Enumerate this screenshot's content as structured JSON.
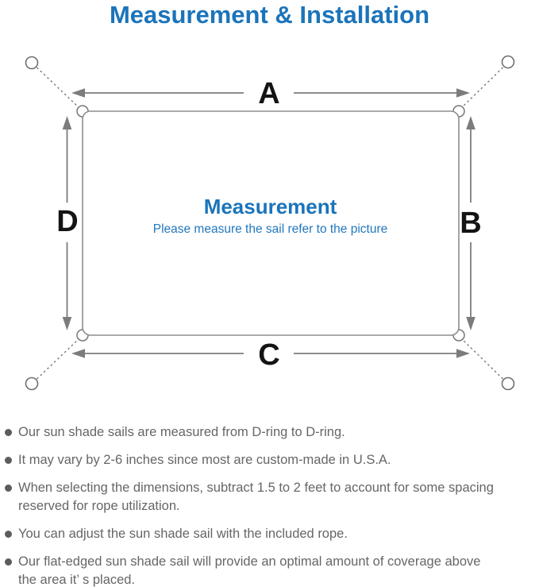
{
  "title": {
    "text": "Measurement & Installation",
    "color": "#1b74ba"
  },
  "diagram": {
    "labels": {
      "top": "A",
      "right": "B",
      "bottom": "C",
      "left": "D"
    },
    "center": {
      "heading": "Measurement",
      "subheading": "Please measure the sail refer to the picture"
    },
    "icons": [
      "anchor-ring-icon",
      "d-ring-corner-icon"
    ],
    "colors": {
      "dimension_line": "#7c7c7c",
      "sail_outline": "#8d8d8d",
      "rope_dashed": "#767676",
      "label_text": "#141414",
      "accent_blue": "#1b74ba"
    }
  },
  "notes": {
    "bullet_color": "#5c5c5c",
    "text_color": "#666666",
    "items": [
      {
        "text": "Our sun shade sails are measured from D-ring to D-ring."
      },
      {
        "text": "It may vary by 2-6 inches since most are custom-made in U.S.A."
      },
      {
        "text": "When selecting the dimensions, subtract 1.5 to 2 feet to account for some spacing\nreserved for rope utilization."
      },
      {
        "text": "You can adjust the sun shade sail with the included rope."
      },
      {
        "text": "Our flat-edged sun shade sail will provide an optimal amount of coverage above\nthe area it’ s placed."
      }
    ]
  }
}
